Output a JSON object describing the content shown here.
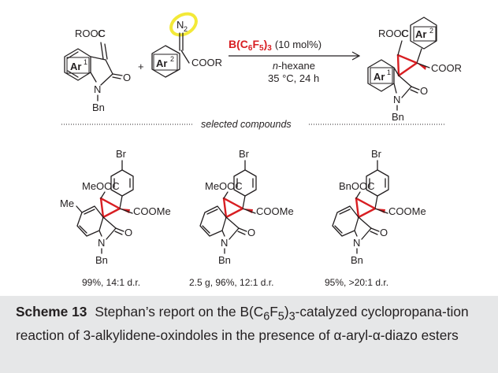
{
  "scheme": {
    "reaction": {
      "substrate_ester": "ROOC",
      "substrate_ar": "Ar",
      "substrate_ar_sup": "1",
      "substrate_n": "N",
      "substrate_o": "O",
      "substrate_bn": "Bn",
      "plus": "+",
      "diazo_n2": "N",
      "diazo_n2_sub": "2",
      "diazo_ar": "Ar",
      "diazo_ar_sup": "2",
      "diazo_ester": "COOR",
      "catalyst_main": "B(C",
      "catalyst_sub1": "6",
      "catalyst_mid": "F",
      "catalyst_sub2": "5",
      "catalyst_close": ")",
      "catalyst_sub3": "3",
      "catalyst_loading": "(10 mol%)",
      "solvent_prefix": "n",
      "solvent_rest": "-hexane",
      "conditions": "35 °C, 24 h",
      "product_ester1": "ROOC",
      "product_ester2": "COOR",
      "product_ar1": "Ar",
      "product_ar1_sup": "1",
      "product_ar2": "Ar",
      "product_ar2_sup": "2",
      "product_n": "N",
      "product_o": "O",
      "product_bn": "Bn"
    },
    "divider_label": "selected compounds",
    "compounds": [
      {
        "br": "Br",
        "ester_left": "MeOOC",
        "ester_right": "COOMe",
        "substituent": "Me",
        "n": "N",
        "o": "O",
        "bn": "Bn",
        "result": "99%, 14:1 d.r."
      },
      {
        "br": "Br",
        "ester_left": "MeOOC",
        "ester_right": "COOMe",
        "n": "N",
        "o": "O",
        "bn": "Bn",
        "result": "2.5 g, 96%, 12:1 d.r."
      },
      {
        "br": "Br",
        "ester_left": "BnOOC",
        "ester_right": "COOMe",
        "n": "N",
        "o": "O",
        "bn": "Bn",
        "result": "95%, >20:1 d.r."
      }
    ]
  },
  "caption": {
    "label": "Scheme 13",
    "text_part1": "Stephan’s report on the B(C",
    "text_sub1": "6",
    "text_part2": "F",
    "text_sub2": "5",
    "text_part3": ")",
    "text_sub3": "3",
    "text_part4": "-catalyzed cyclopropana-tion reaction of 3-alkylidene-oxindoles in the presence of α-aryl-α-diazo esters"
  },
  "colors": {
    "accent_red": "#d81e22",
    "highlight_yellow": "#f3e938",
    "caption_bg": "#e6e7e8"
  }
}
